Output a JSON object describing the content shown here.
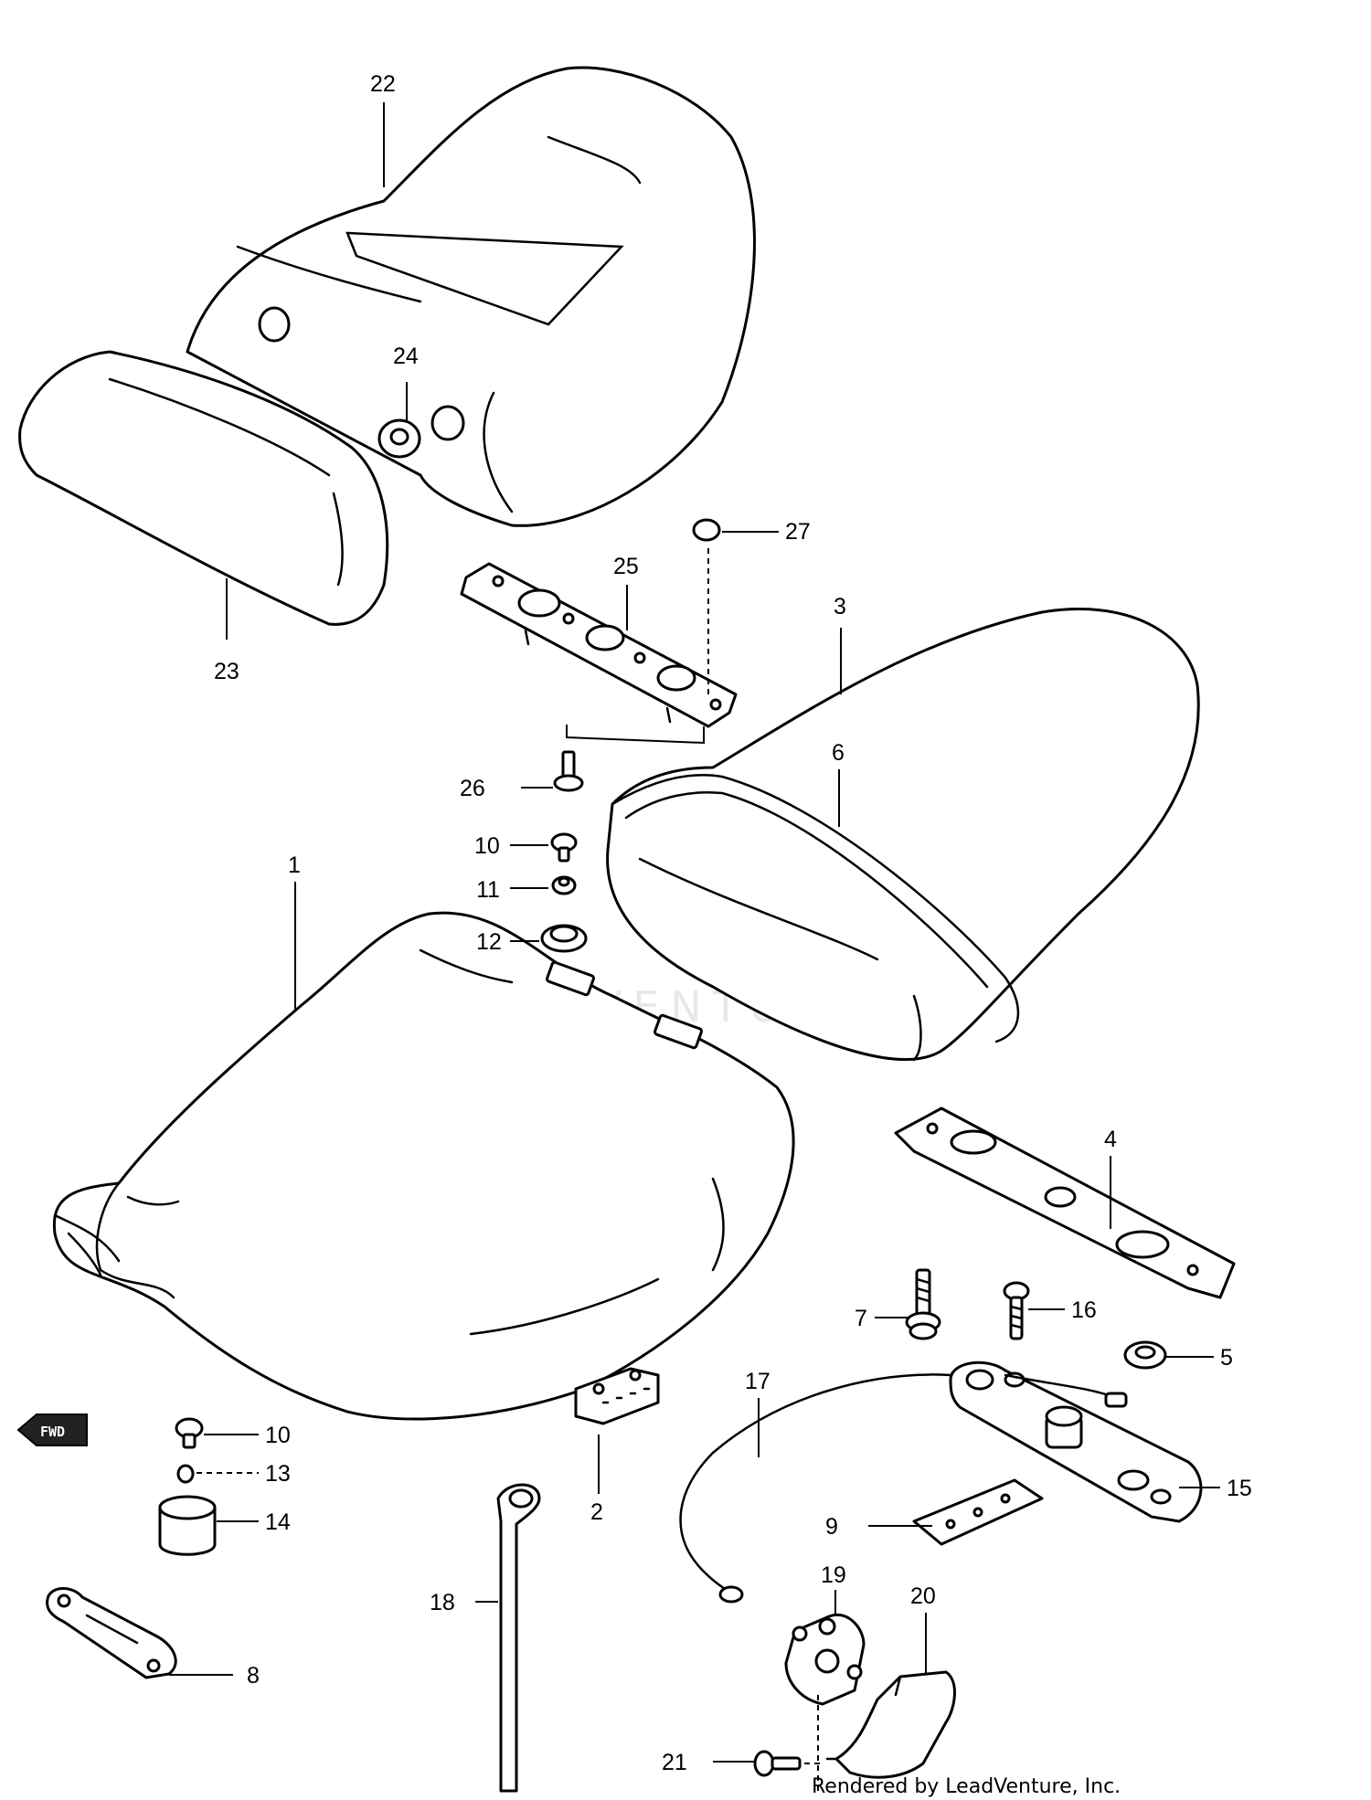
{
  "watermark": "LEADVENTURE",
  "credit": "Rendered by LeadVenture, Inc.",
  "fwd_icon": {
    "text": "FWD",
    "icon": "forward-arrow-icon"
  },
  "labels": {
    "1": "1",
    "2": "2",
    "3": "3",
    "4": "4",
    "5": "5",
    "6": "6",
    "7": "7",
    "8": "8",
    "9": "9",
    "10a": "10",
    "10b": "10",
    "11": "11",
    "12": "12",
    "13": "13",
    "14": "14",
    "15": "15",
    "16": "16",
    "17": "17",
    "18": "18",
    "19": "19",
    "20": "20",
    "21": "21",
    "22": "22",
    "23": "23",
    "24": "24",
    "25": "25",
    "26": "26",
    "27": "27"
  }
}
